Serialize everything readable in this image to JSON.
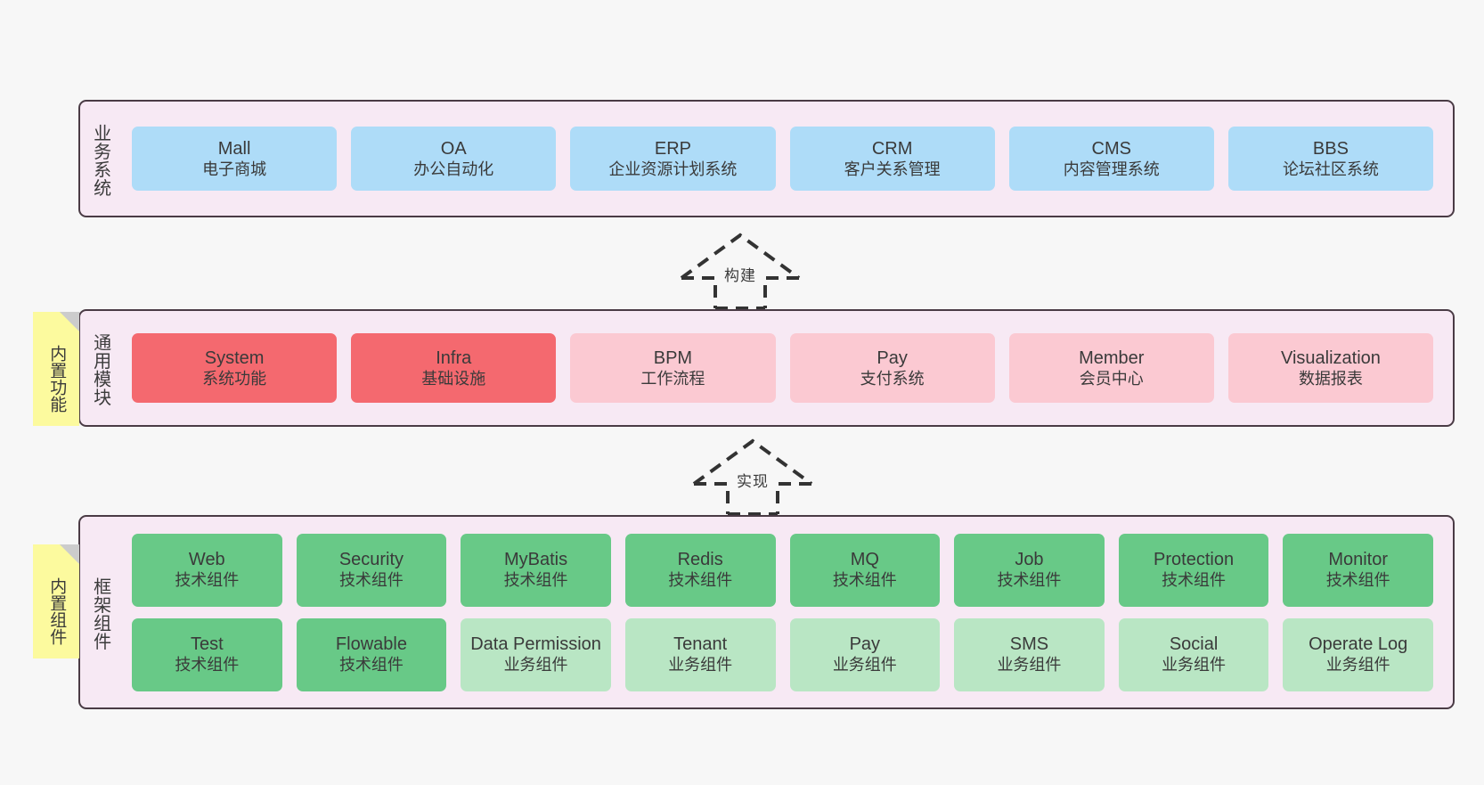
{
  "diagram": {
    "title": "",
    "colors": {
      "panel_bg": "#f7e9f4",
      "panel_border": "#4a3b45",
      "business_box": "#aedcf8",
      "module_core": "#f4696f",
      "module_other": "#fbc9d2",
      "tech_component": "#68c987",
      "biz_component": "#b9e6c4",
      "note_bg": "#fcfa9e",
      "note_fold": "#cccccc",
      "canvas_bg": "#f7f7f7"
    }
  },
  "notes": [
    {
      "id": "builtin-function",
      "label": "内置功能"
    },
    {
      "id": "builtin-component",
      "label": "内置组件"
    }
  ],
  "arrows": [
    {
      "id": "build",
      "label": "构建",
      "style": "dashed-hollow-up"
    },
    {
      "id": "implement",
      "label": "实现",
      "style": "dashed-hollow-up"
    }
  ],
  "layers": {
    "business": {
      "title": "业务系统",
      "items": [
        {
          "en": "Mall",
          "cn": "电子商城",
          "color": "c-blue"
        },
        {
          "en": "OA",
          "cn": "办公自动化",
          "color": "c-blue"
        },
        {
          "en": "ERP",
          "cn": "企业资源计划系统",
          "color": "c-blue"
        },
        {
          "en": "CRM",
          "cn": "客户关系管理",
          "color": "c-blue"
        },
        {
          "en": "CMS",
          "cn": "内容管理系统",
          "color": "c-blue"
        },
        {
          "en": "BBS",
          "cn": "论坛社区系统",
          "color": "c-blue"
        }
      ]
    },
    "common": {
      "title": "通用模块",
      "items": [
        {
          "en": "System",
          "cn": "系统功能",
          "color": "c-red"
        },
        {
          "en": "Infra",
          "cn": "基础设施",
          "color": "c-red"
        },
        {
          "en": "BPM",
          "cn": "工作流程",
          "color": "c-pink"
        },
        {
          "en": "Pay",
          "cn": "支付系统",
          "color": "c-pink"
        },
        {
          "en": "Member",
          "cn": "会员中心",
          "color": "c-pink"
        },
        {
          "en": "Visualization",
          "cn": "数据报表",
          "color": "c-pink"
        }
      ]
    },
    "framework": {
      "title": "框架组件",
      "rows": [
        [
          {
            "en": "Web",
            "cn": "技术组件",
            "color": "c-green"
          },
          {
            "en": "Security",
            "cn": "技术组件",
            "color": "c-green"
          },
          {
            "en": "MyBatis",
            "cn": "技术组件",
            "color": "c-green"
          },
          {
            "en": "Redis",
            "cn": "技术组件",
            "color": "c-green"
          },
          {
            "en": "MQ",
            "cn": "技术组件",
            "color": "c-green"
          },
          {
            "en": "Job",
            "cn": "技术组件",
            "color": "c-green"
          },
          {
            "en": "Protection",
            "cn": "技术组件",
            "color": "c-green"
          },
          {
            "en": "Monitor",
            "cn": "技术组件",
            "color": "c-green"
          }
        ],
        [
          {
            "en": "Test",
            "cn": "技术组件",
            "color": "c-green"
          },
          {
            "en": "Flowable",
            "cn": "技术组件",
            "color": "c-green"
          },
          {
            "en": "Data Permission",
            "cn": "业务组件",
            "color": "c-lightgreen"
          },
          {
            "en": "Tenant",
            "cn": "业务组件",
            "color": "c-lightgreen"
          },
          {
            "en": "Pay",
            "cn": "业务组件",
            "color": "c-lightgreen"
          },
          {
            "en": "SMS",
            "cn": "业务组件",
            "color": "c-lightgreen"
          },
          {
            "en": "Social",
            "cn": "业务组件",
            "color": "c-lightgreen"
          },
          {
            "en": "Operate Log",
            "cn": "业务组件",
            "color": "c-lightgreen"
          }
        ]
      ]
    }
  }
}
